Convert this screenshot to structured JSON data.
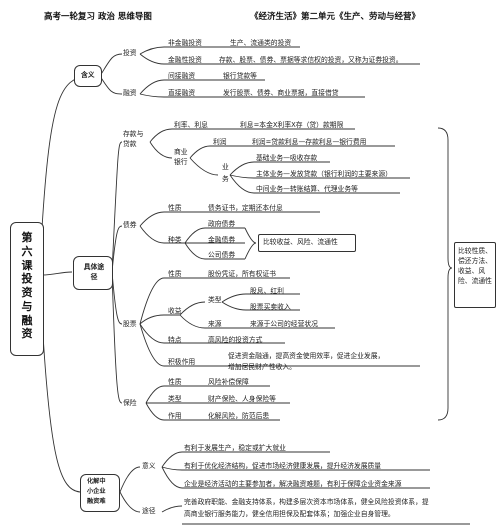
{
  "header": {
    "left": "高考一轮复习  政治  思维导图",
    "right": "《经济生活》第二单元《生产、劳动与经营》"
  },
  "root": {
    "chars": [
      "第",
      "六",
      "课",
      "投",
      "资",
      "与",
      "融",
      "资"
    ]
  },
  "section1": {
    "title": "含义",
    "invest": {
      "label": "投资",
      "items": [
        {
          "label": "非金融投资",
          "desc": "生产、流通类的投资"
        },
        {
          "label": "金融性投资",
          "desc": "存款、股票、债券、票据等求信权的投资，又称为证券投资。"
        }
      ]
    },
    "finance": {
      "label": "融资",
      "items": [
        {
          "label": "间接融资",
          "desc": "银行贷款等"
        },
        {
          "label": "直接融资",
          "desc": "发行股票、债券、商业票据，直接借贷"
        }
      ]
    }
  },
  "section2": {
    "title": "具体途径",
    "deposit": {
      "label_line1": "存款与",
      "label_line2": "贷款",
      "rate": {
        "label": "利率、利息",
        "desc": "利息=本金X利率X存（贷）款期限"
      },
      "bank": {
        "label_line1": "商业",
        "label_line2": "银行",
        "profit": {
          "label": "利润",
          "desc": "利润=贷款利息—存款利息—银行费用"
        },
        "business": {
          "label_line1": "业",
          "label_line2": "务",
          "items": [
            "基础业务—吸收存款",
            "主体业务—发放贷款（银行利润的主要来源）",
            "中间业务—转账结算、代理业务等"
          ]
        }
      }
    },
    "bond": {
      "label": "债券",
      "nature": {
        "label": "性质",
        "desc": "债务证书，定期还本付息"
      },
      "types": {
        "label": "种类",
        "items": [
          "政府债券",
          "金融债券",
          "公司债券"
        ],
        "compare": "比较收益、风险、流通性"
      }
    },
    "stock": {
      "label": "股票",
      "nature": {
        "label": "性质",
        "desc": "股份凭证，所有权证书"
      },
      "income": {
        "label": "收益",
        "type_label": "类型",
        "types": [
          "股息、红利",
          "股票买卖收入"
        ],
        "source_label": "来源",
        "source": "来源于公司的经营状况"
      },
      "feature": {
        "label": "特点",
        "desc": "高风险的投资方式"
      },
      "role": {
        "label": "积极作用",
        "line1": "促进资金融通，提高资金使用效率，促进企业发展，",
        "line2": "增加居民财产性收入。"
      }
    },
    "insurance": {
      "label": "保险",
      "items": [
        {
          "label": "性质",
          "desc": "风险补偿保障"
        },
        {
          "label": "类型",
          "desc": "财产保险、人身保险等"
        },
        {
          "label": "作用",
          "desc": "化解风险，防范后患"
        }
      ]
    },
    "side_note": "比较性质、偿还方法、收益、风险、流通性"
  },
  "section3": {
    "title_line1": "化解中",
    "title_line2": "小企业",
    "title_line3": "融资难",
    "meaning": {
      "label": "意义",
      "items": [
        "有利于发展生产，稳定或扩大就业",
        "有利于优化经济结构，促进市场经济健康发展，提升经济发展质量",
        "企业是经济活动的主要参加者，解决融资难题，有利于保障企业资金来源"
      ]
    },
    "path": {
      "label": "途径",
      "line1": "完善政府职能、金融支持体系，构建多层次资本市场体系，健全风险投资体系，提",
      "line2": "高商业银行服务能力，健全信用担保及配套体系；加强企业自身管理。"
    }
  }
}
